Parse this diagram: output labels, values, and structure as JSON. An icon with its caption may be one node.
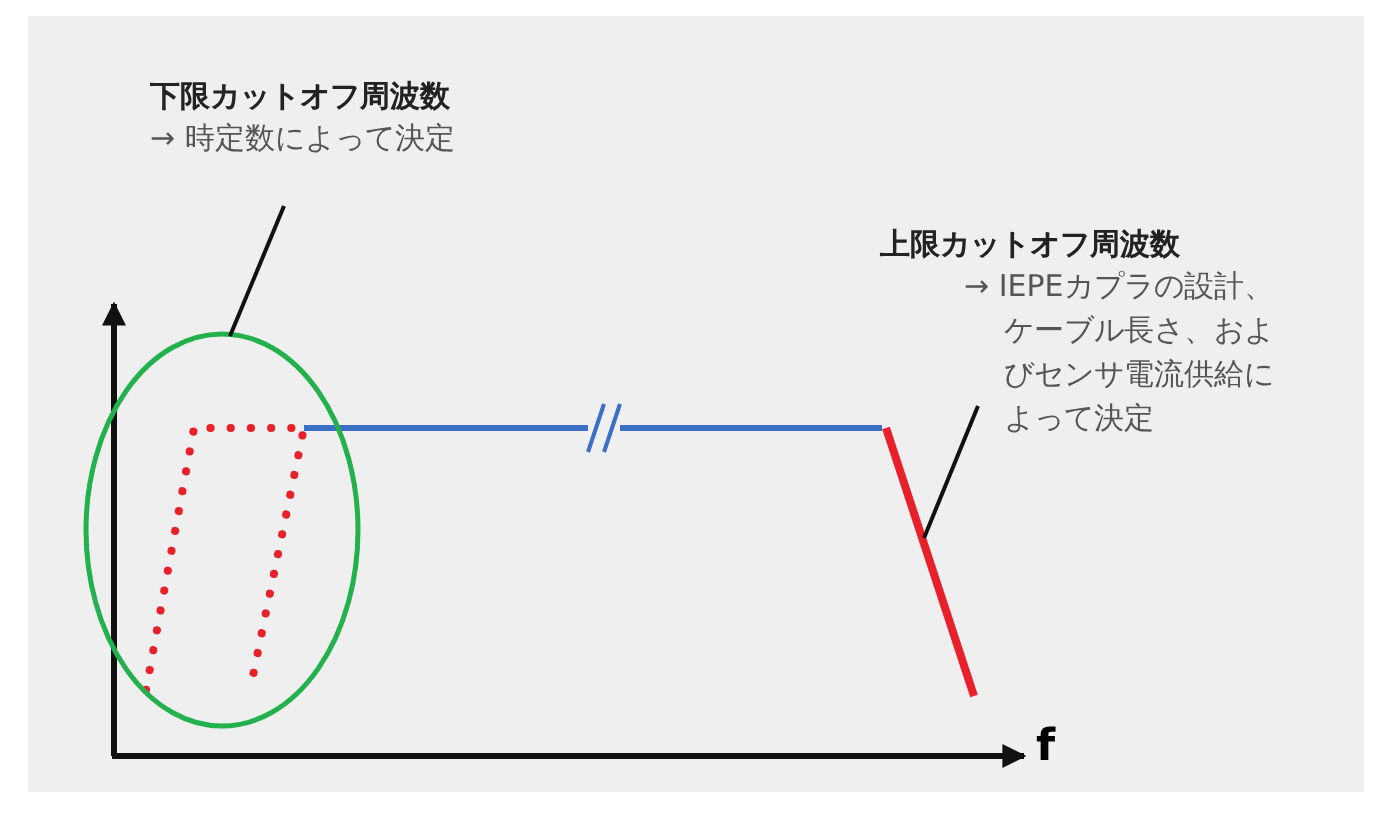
{
  "diagram": {
    "nodes": [
      {
        "text": [
          "下限カットオフ周波数",
          "→ 時定数によって決定"
        ]
      },
      {
        "text": [],
        "shape": "circle"
      },
      {
        "text": [
          "上限カットオフ周波数",
          "→ IEPEカプラの設計、ケーブル長さ、およびセンサ電流供給によって決定"
        ]
      },
      {
        "text": [],
        "shape": "line"
      }
    ],
    "edges": [
      {
        "from": 0,
        "to": 1,
        "arrow": "none"
      },
      {
        "from": 2,
        "to": 3,
        "arrow": "none"
      }
    ],
    "labels": [
      "f"
    ]
  }
}
